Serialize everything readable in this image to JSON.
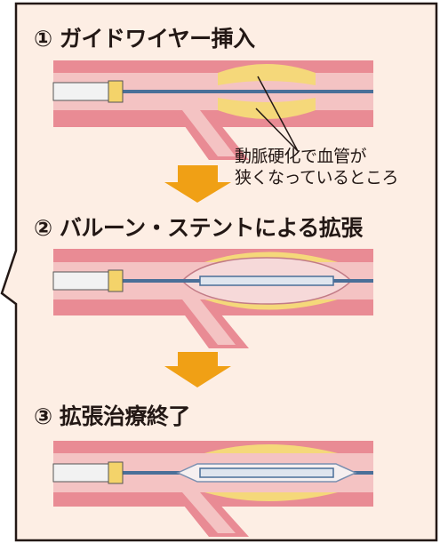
{
  "steps": [
    {
      "title": "① ガイドワイヤー挿入"
    },
    {
      "title": "② バルーン・ステントによる拡張"
    },
    {
      "title": "③ 拡張治療終了"
    }
  ],
  "callout": {
    "line1": "動脈硬化で血管が",
    "line2": "狭くなっているところ"
  },
  "colors": {
    "panel_bg": "#fdeee4",
    "border": "#231815",
    "vessel_wall": "#e98b94",
    "vessel_inner": "#f4c3c3",
    "plaque": "#f5d87a",
    "balloon": "#f6d9d9",
    "wire": "#4a6f98",
    "arrow": "#f0a015",
    "catheter": "#f2f2f2",
    "catheter_tip": "#f4d36a"
  }
}
